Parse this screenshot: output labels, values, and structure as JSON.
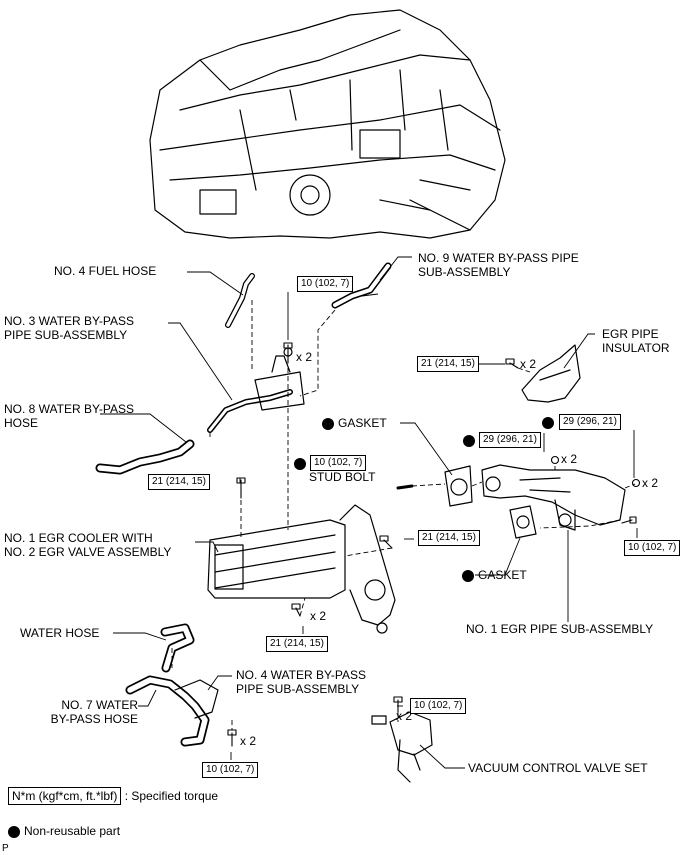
{
  "labels": {
    "fuel_hose_4": "NO. 4 FUEL HOSE",
    "bypass_pipe_9_l1": "NO. 9 WATER BY-PASS PIPE",
    "bypass_pipe_9_l2": "SUB-ASSEMBLY",
    "bypass_pipe_3_l1": "NO. 3 WATER BY-PASS",
    "bypass_pipe_3_l2": "PIPE SUB-ASSEMBLY",
    "egr_insulator_l1": "EGR PIPE",
    "egr_insulator_l2": "INSULATOR",
    "bypass_hose_8_l1": "NO. 8 WATER BY-PASS",
    "bypass_hose_8_l2": "HOSE",
    "gasket_top": "GASKET",
    "stud_bolt": "STUD BOLT",
    "egr_cooler_l1": "NO. 1 EGR COOLER WITH",
    "egr_cooler_l2": "NO. 2 EGR VALVE ASSEMBLY",
    "gasket_bottom": "GASKET",
    "egr_pipe_1": "NO. 1 EGR PIPE SUB-ASSEMBLY",
    "water_hose": "WATER HOSE",
    "bypass_pipe_4_l1": "NO. 4 WATER BY-PASS",
    "bypass_pipe_4_l2": "PIPE SUB-ASSEMBLY",
    "bypass_hose_7_l1": "NO. 7 WATER",
    "bypass_hose_7_l2": "BY-PASS HOSE",
    "vacuum_valve": "VACUUM CONTROL VALVE SET"
  },
  "torques": {
    "t1": "10 (102, 7)",
    "t2": "21 (214, 15)",
    "t3": "29 (296, 21)",
    "t4": "29 (296, 21)",
    "t5": "10 (102, 7)",
    "t6": "21 (214, 15)",
    "t7": "21 (214, 15)",
    "t8": "10 (102, 7)",
    "t9": "21 (214, 15)",
    "t10": "10 (102, 7)",
    "t11": "10 (102, 7)"
  },
  "quantities": {
    "q1": "x 2",
    "q2": "x 2",
    "q3": "x 2",
    "q4": "x 2",
    "q5": "x 2",
    "q6": "x 2",
    "q7": "x 2"
  },
  "legend": {
    "torque_unit": "N*m (kgf*cm, ft.*lbf)",
    "torque_desc": ": Specified torque",
    "nonreusable": "Non-reusable part"
  },
  "corner_mark": "P"
}
